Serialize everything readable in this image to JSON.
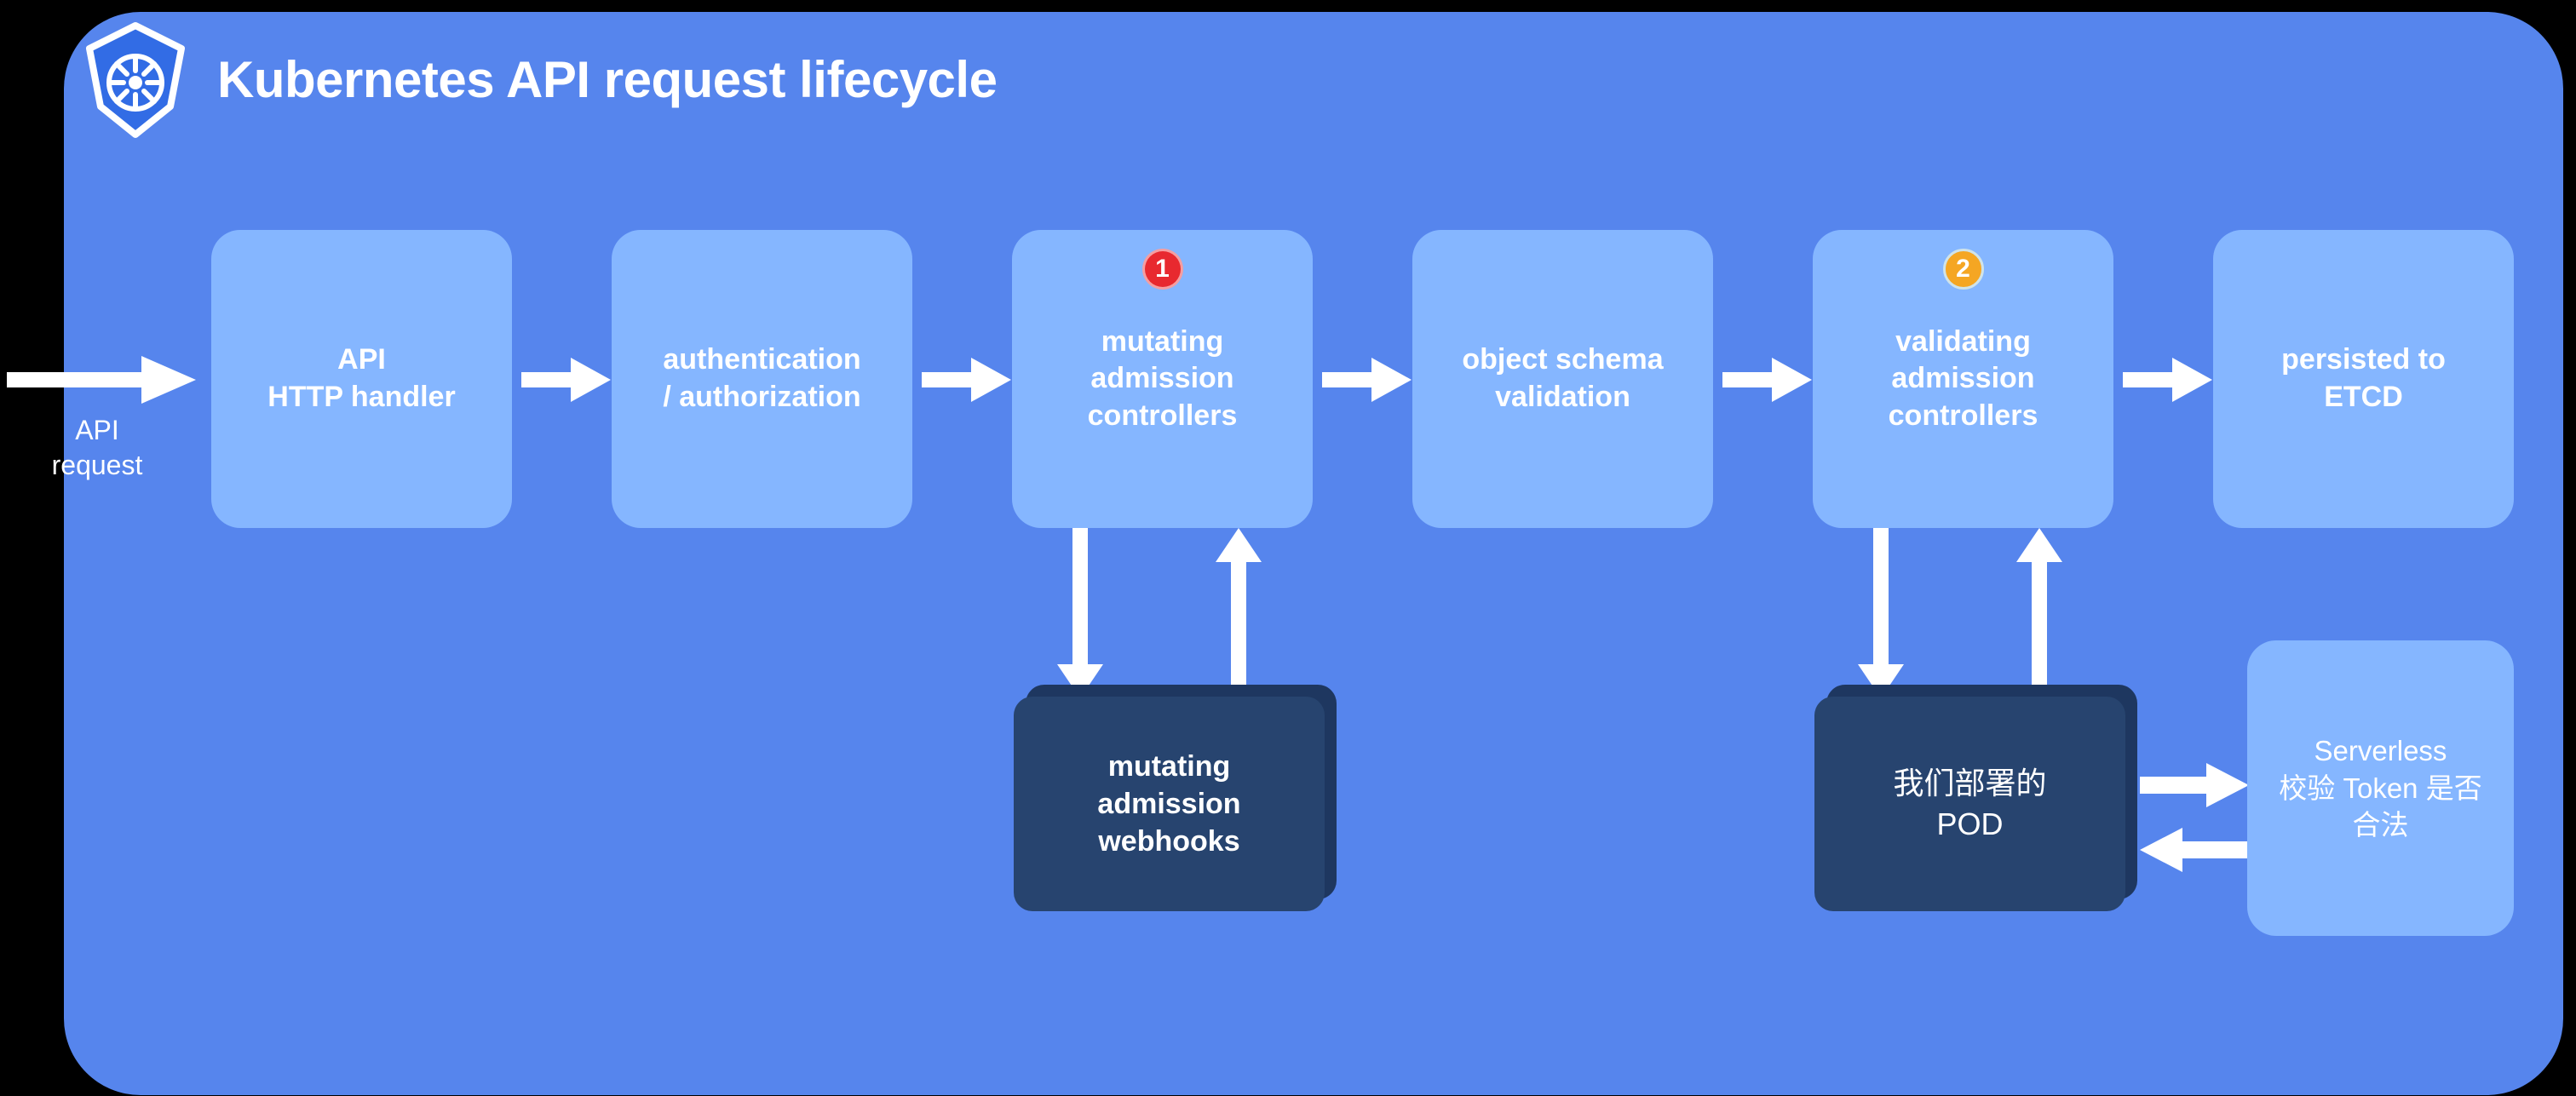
{
  "header": {
    "logo_icon": "kubernetes-helm-wheel-logo",
    "title": "Kubernetes API request lifecycle"
  },
  "colors": {
    "canvas_background": "#5685ed",
    "stage_box": "#85b6ff",
    "dark_card": "#27446f",
    "dark_card_shadow": "#1e3760",
    "badge_1": "#e8292f",
    "badge_2": "#f5a623",
    "arrow": "#ffffff",
    "text": "#ffffff"
  },
  "entry": {
    "label": "API\nrequest"
  },
  "pipeline": [
    {
      "id": "api-http-handler",
      "label": "API\nHTTP handler",
      "badge": null
    },
    {
      "id": "authentication-authorization",
      "label": "authentication\n/ authorization",
      "badge": null
    },
    {
      "id": "mutating-admission-controllers",
      "label": "mutating\nadmission\ncontrollers",
      "badge": "1"
    },
    {
      "id": "object-schema-validation",
      "label": "object schema\nvalidation",
      "badge": null
    },
    {
      "id": "validating-admission-controllers",
      "label": "validating\nadmission\ncontrollers",
      "badge": "2"
    },
    {
      "id": "persisted-to-etcd",
      "label": "persisted to\nETCD",
      "badge": null
    }
  ],
  "webhook_cards": [
    {
      "id": "mutating-admission-webhooks",
      "label": "mutating\nadmission\nwebhooks"
    },
    {
      "id": "our-deployed-pod",
      "label": "我们部署的\nPOD"
    }
  ],
  "serverless": {
    "id": "serverless-token-validation",
    "label": "Serverless\n校验 Token 是否\n合法"
  },
  "arrows": {
    "entry": "arrow-right",
    "between_stages": "arrow-right",
    "to_webhook": "arrow-down",
    "from_webhook": "arrow-up",
    "pod_to_serverless": "arrow-right",
    "serverless_to_pod": "arrow-left"
  }
}
